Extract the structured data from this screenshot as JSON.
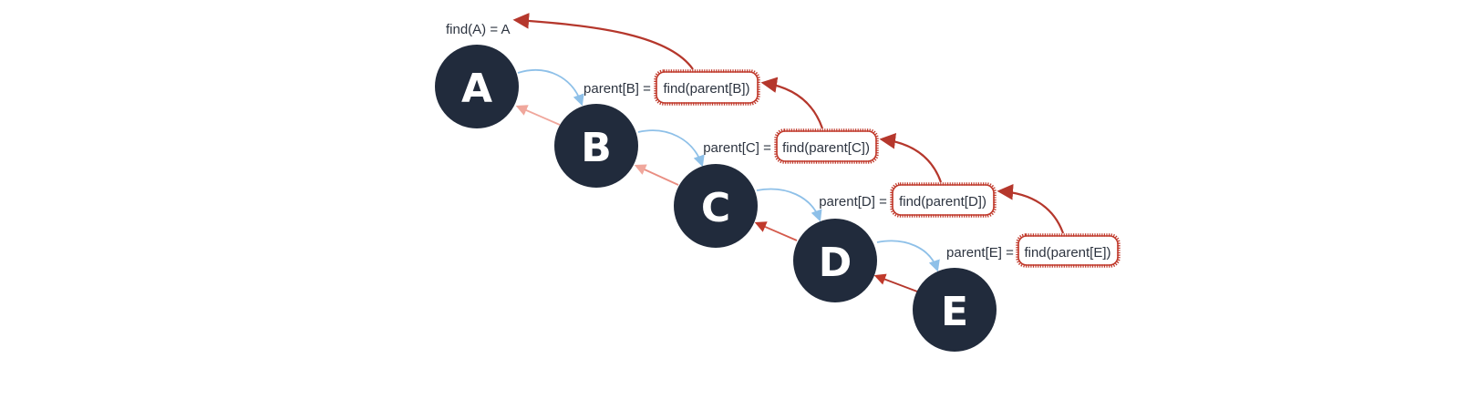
{
  "result_label": "find(A) = A",
  "colors": {
    "node_fill": "#212b3c",
    "node_text": "#ffffff",
    "blue_arrow": "#8ec0e8",
    "red_arrow": "#b5372c",
    "faded_red_arrow": "#f0a79c",
    "box_stroke": "#c0392b",
    "label_text": "#2d3440"
  },
  "nodes": [
    {
      "id": "A",
      "label": "A"
    },
    {
      "id": "B",
      "label": "B"
    },
    {
      "id": "C",
      "label": "C"
    },
    {
      "id": "D",
      "label": "D"
    },
    {
      "id": "E",
      "label": "E"
    }
  ],
  "equations": [
    {
      "node": "B",
      "lhs": "parent[B] = ",
      "call": "find(parent[B])"
    },
    {
      "node": "C",
      "lhs": "parent[C] = ",
      "call": "find(parent[C])"
    },
    {
      "node": "D",
      "lhs": "parent[D] = ",
      "call": "find(parent[D])"
    },
    {
      "node": "E",
      "lhs": "parent[E] = ",
      "call": "find(parent[E])"
    }
  ]
}
